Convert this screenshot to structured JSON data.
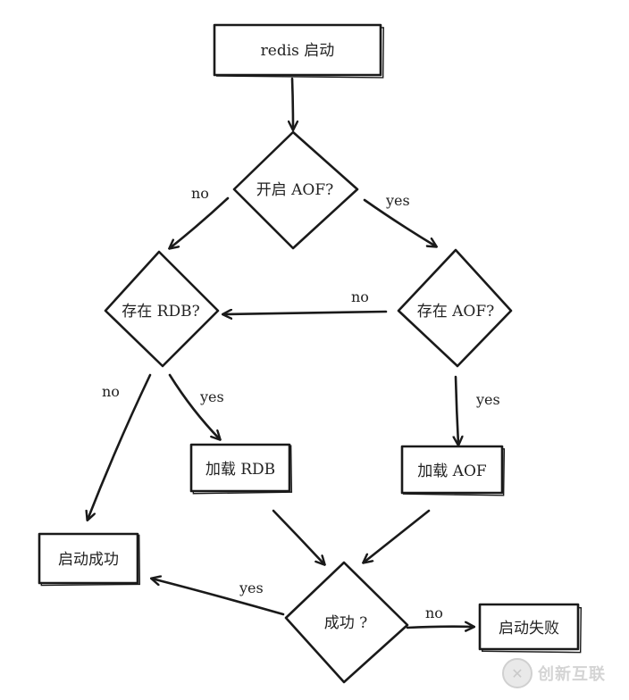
{
  "nodes": {
    "redis_start": "redis 启动",
    "aof_enabled": "开启 AOF?",
    "rdb_exists": "存在 RDB?",
    "aof_exists": "存在 AOF?",
    "load_rdb": "加载 RDB",
    "load_aof": "加载 AOF",
    "start_success": "启动成功",
    "success_check": "成功 ?",
    "start_fail": "启动失败"
  },
  "edges": {
    "aof_enabled_no": "no",
    "aof_enabled_yes": "yes",
    "aof_exists_no": "no",
    "aof_exists_yes": "yes",
    "rdb_exists_no": "no",
    "rdb_exists_yes": "yes",
    "success_yes": "yes",
    "success_no": "no"
  },
  "watermark": {
    "text": "创新互联",
    "icon": "x-logo-icon"
  }
}
